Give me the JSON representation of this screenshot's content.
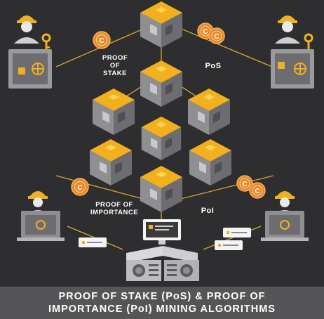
{
  "labels": {
    "proof_of_stake": "PROOF\nOF\nSTAKE",
    "pos": "PoS",
    "proof_of_importance": "PROOF OF\nIMPORTANCE",
    "poi": "PoI"
  },
  "coin_symbol": "C",
  "footer": {
    "line1": "PROOF OF STAKE (PoS) & PROOF OF",
    "line2": "IMPORTANCE (PoI) MINING ALGORITHMS"
  },
  "colors": {
    "background": "#2e2e30",
    "footer_band": "#555558",
    "gold": "#f2b01e",
    "orange_coin": "#e8892a",
    "cube_gray": "#8f8f92",
    "cube_dark": "#5c5c60",
    "line": "#d8a630"
  }
}
